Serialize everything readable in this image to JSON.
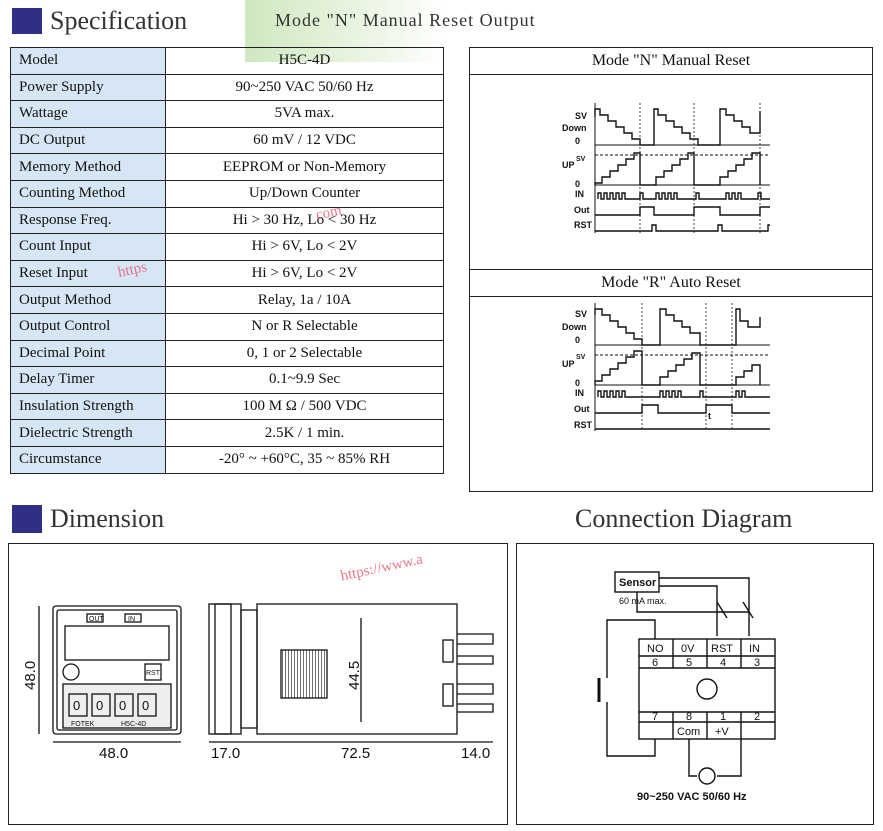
{
  "specification": {
    "title": "Specification",
    "rows": [
      {
        "k": "Model",
        "v": "H5C-4D"
      },
      {
        "k": "Power Supply",
        "v": "90~250 VAC 50/60 Hz"
      },
      {
        "k": "Wattage",
        "v": "5VA max."
      },
      {
        "k": "DC Output",
        "v": "60 mV / 12 VDC"
      },
      {
        "k": "Memory Method",
        "v": "EEPROM or Non-Memory"
      },
      {
        "k": "Counting Method",
        "v": "Up/Down Counter"
      },
      {
        "k": "Response Freq.",
        "v": "Hi > 30 Hz, Lo < 30 Hz"
      },
      {
        "k": "Count Input",
        "v": "Hi > 6V, Lo < 2V"
      },
      {
        "k": "Reset Input",
        "v": "Hi > 6V, Lo < 2V"
      },
      {
        "k": "Output Method",
        "v": "Relay, 1a / 10A"
      },
      {
        "k": "Output Control",
        "v": "N or R Selectable"
      },
      {
        "k": "Decimal Point",
        "v": "0, 1 or 2 Selectable"
      },
      {
        "k": "Delay Timer",
        "v": "0.1~9.9 Sec"
      },
      {
        "k": "Insulation Strength",
        "v": "100 M Ω / 500 VDC"
      },
      {
        "k": "Dielectric Strength",
        "v": "2.5K / 1 min."
      },
      {
        "k": "Circumstance",
        "v": "-20° ~ +60°C, 35 ~ 85% RH"
      }
    ]
  },
  "header_right": "Mode \"N\" Manual Reset Output",
  "modes": {
    "n_title": "Mode \"N\" Manual Reset",
    "r_title": "Mode \"R\" Auto Reset",
    "labels": {
      "sv": "SV",
      "down": "Down",
      "zero": "0",
      "up": "UP",
      "in": "IN",
      "out": "Out",
      "rst": "RST",
      "t": "t"
    }
  },
  "dimension": {
    "title": "Dimension",
    "front": {
      "out": "OUT",
      "in": "IN",
      "rst": "RST",
      "model": "H5C-4D",
      "brand": "FOTEK",
      "digits": [
        "0",
        "0",
        "0",
        "0"
      ]
    },
    "dims": {
      "h": "48.0",
      "w": "48.0",
      "d1": "17.0",
      "d2": "72.5",
      "d3": "14.0",
      "side_h": "44.5"
    }
  },
  "diagram": {
    "title": "Connection Diagram",
    "sensor": "Sensor",
    "sensor_note": "60 mA max.",
    "top_labels": [
      "NO",
      "0V",
      "RST",
      "IN"
    ],
    "top_nums": [
      "6",
      "5",
      "4",
      "3"
    ],
    "bot_nums": [
      "7",
      "8",
      "1",
      "2"
    ],
    "bot_labels": [
      "Com",
      "+V"
    ],
    "supply": "90~250 VAC 50/60 Hz"
  },
  "watermarks": [
    "https://www.a",
    "https",
    "com"
  ]
}
